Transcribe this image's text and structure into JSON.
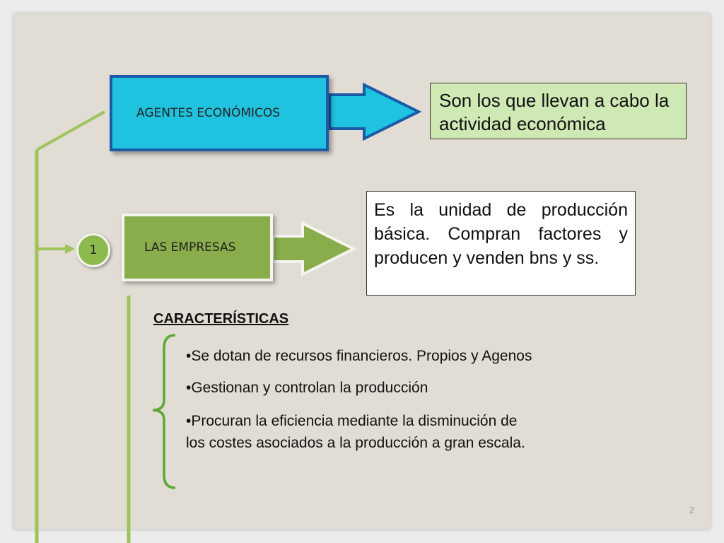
{
  "diagram": {
    "node_agentes": {
      "label": "AGENTES ECONÓMICOS"
    },
    "def_agentes": {
      "text": "Son los que llevan a cabo la actividad económica"
    },
    "node_empresas": {
      "label": "LAS EMPRESAS"
    },
    "badge": {
      "number": "1"
    },
    "def_empresas": {
      "text": "Es la unidad de producción básica. Compran factores y producen y venden bns y ss."
    },
    "characteristics": {
      "heading": "CARACTERÍSTICAS",
      "items": [
        "•Se dotan de recursos financieros. Propios y Agenos",
        "•Gestionan y controlan la producción",
        "•Procuran la eficiencia mediante la disminución de los costes asociados a la producción a gran escala."
      ]
    }
  },
  "footer": {
    "page_number": "2"
  },
  "colors": {
    "background": "#e2ddd4",
    "agentes_fill": "#1fc3e0",
    "agentes_border": "#1a5aa8",
    "empresas_fill": "#88ad4a",
    "connector": "#9dc45a",
    "def_agentes_fill": "#cfe9b5"
  }
}
